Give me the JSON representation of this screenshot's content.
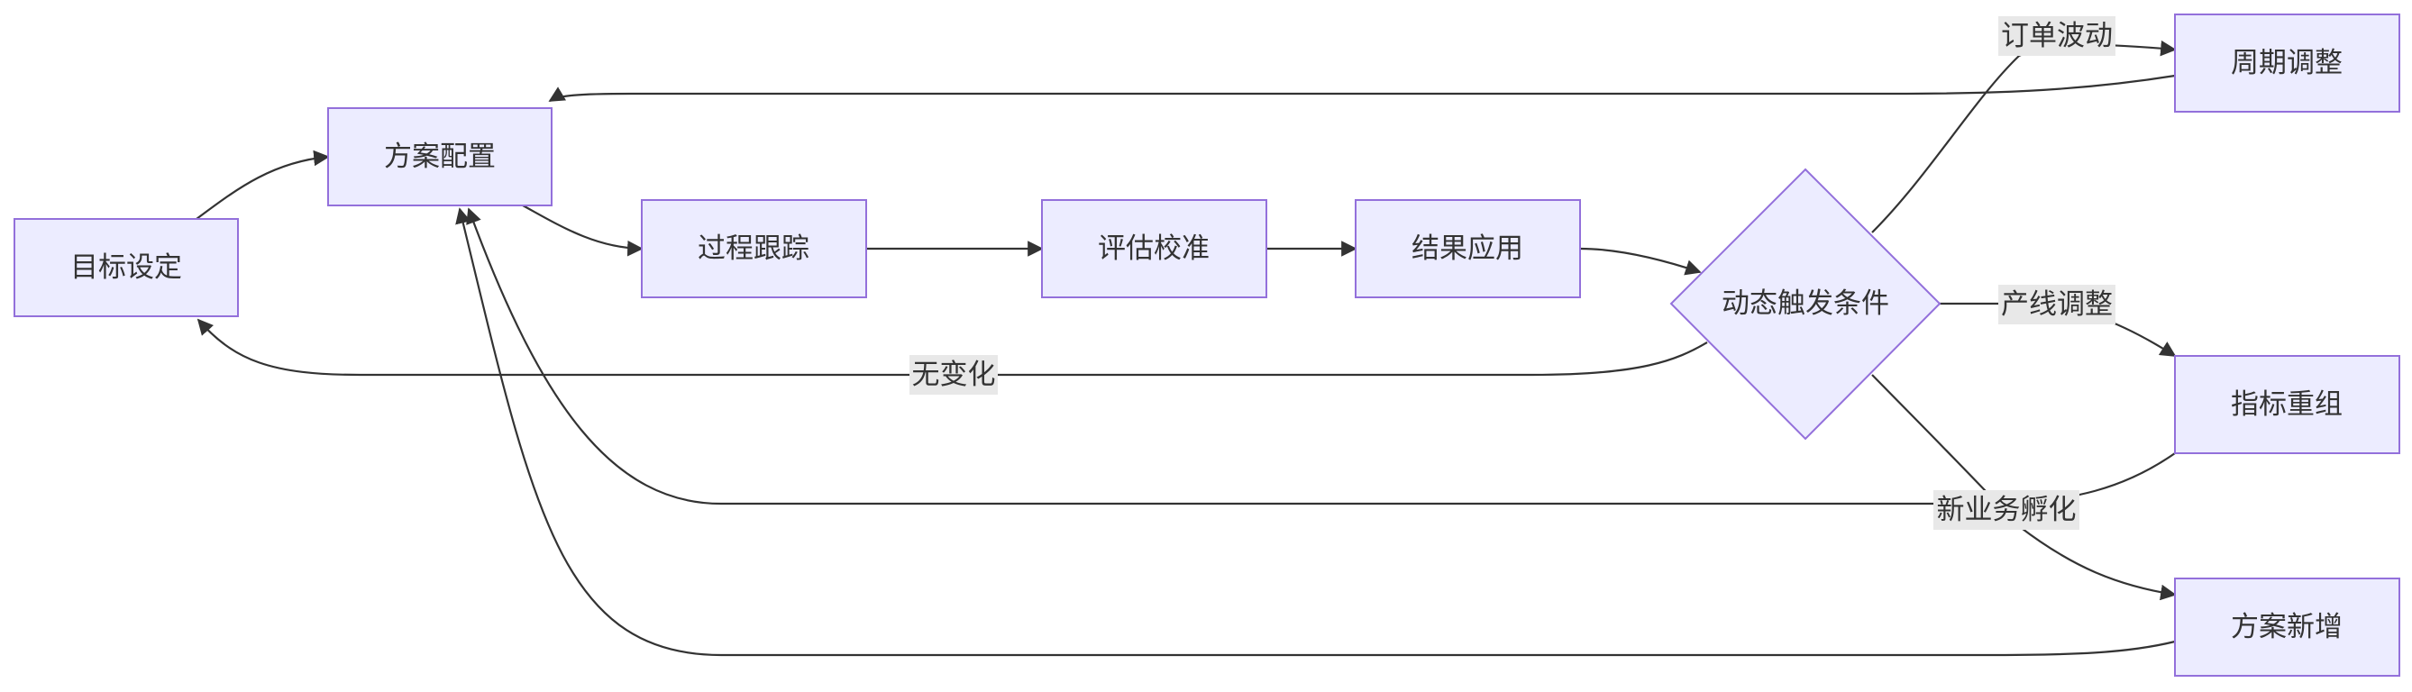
{
  "diagram": {
    "type": "flowchart",
    "colors": {
      "node_fill": "#ECECFF",
      "node_border": "#9370DB",
      "edge": "#333333",
      "label_bg": "#E8E8E8",
      "text": "#333333"
    },
    "nodes": {
      "goal": {
        "label": "目标设定"
      },
      "plan": {
        "label": "方案配置"
      },
      "track": {
        "label": "过程跟踪"
      },
      "evaluate": {
        "label": "评估校准"
      },
      "apply": {
        "label": "结果应用"
      },
      "trigger": {
        "label": "动态触发条件",
        "shape": "diamond"
      },
      "period": {
        "label": "周期调整"
      },
      "indicator": {
        "label": "指标重组"
      },
      "newplan": {
        "label": "方案新增"
      }
    },
    "edges": [
      {
        "from": "goal",
        "to": "plan"
      },
      {
        "from": "plan",
        "to": "track"
      },
      {
        "from": "track",
        "to": "evaluate"
      },
      {
        "from": "evaluate",
        "to": "apply"
      },
      {
        "from": "apply",
        "to": "trigger"
      },
      {
        "from": "trigger",
        "to": "period",
        "label": "订单波动"
      },
      {
        "from": "trigger",
        "to": "indicator",
        "label": "产线调整"
      },
      {
        "from": "trigger",
        "to": "newplan",
        "label": "新业务孵化"
      },
      {
        "from": "trigger",
        "to": "goal",
        "label": "无变化"
      },
      {
        "from": "period",
        "to": "plan"
      },
      {
        "from": "indicator",
        "to": "plan"
      },
      {
        "from": "newplan",
        "to": "plan"
      }
    ]
  }
}
